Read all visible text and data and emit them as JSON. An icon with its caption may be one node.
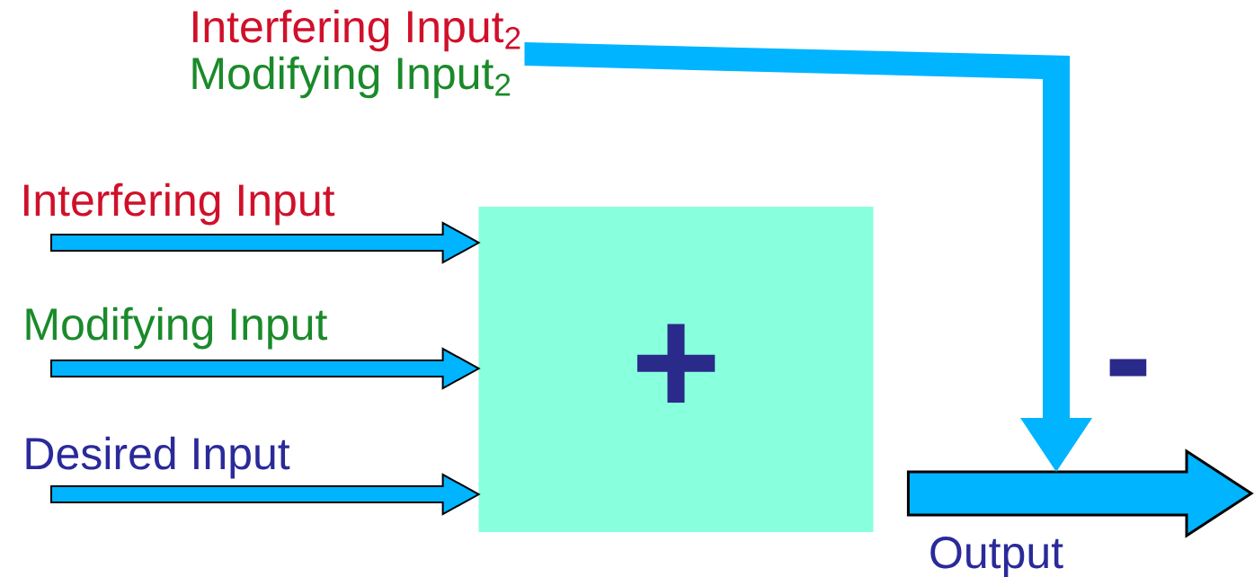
{
  "diagram": {
    "nodes": [
      {
        "text": [
          "Interfering Input$_{2}$",
          "Modifying Input$_{2}$"
        ]
      },
      {
        "text": [
          "+"
        ]
      }
    ],
    "edges": [
      {
        "from": null,
        "to": 1,
        "arrow": "to",
        "label": "Interfering Input"
      },
      {
        "from": null,
        "to": 1,
        "arrow": "to",
        "label": "Modifying Input"
      },
      {
        "from": null,
        "to": 1,
        "arrow": "to",
        "label": "Desired Input"
      },
      {
        "from": 1,
        "to": null,
        "arrow": "to",
        "label": "Output"
      },
      {
        "from": 0,
        "to": null,
        "arrow": "to"
      }
    ],
    "labels": [
      "-"
    ]
  }
}
